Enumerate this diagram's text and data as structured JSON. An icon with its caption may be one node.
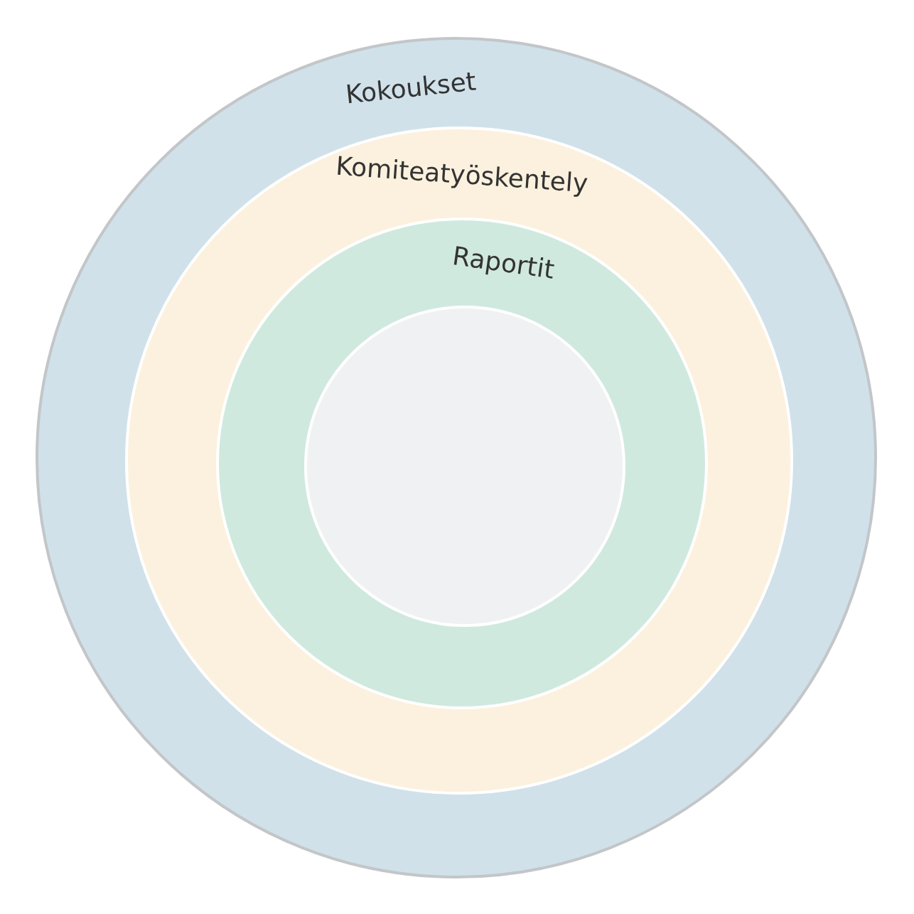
{
  "diagram": {
    "nodes": [
      {
        "text": [
          "Kokoukset"
        ]
      },
      {
        "text": [
          "Komiteatyöskentely"
        ],
        "in": 0
      },
      {
        "text": [
          "Raportit"
        ],
        "in": 1
      },
      {
        "text": [],
        "shape": "circle",
        "in": 2
      }
    ]
  }
}
